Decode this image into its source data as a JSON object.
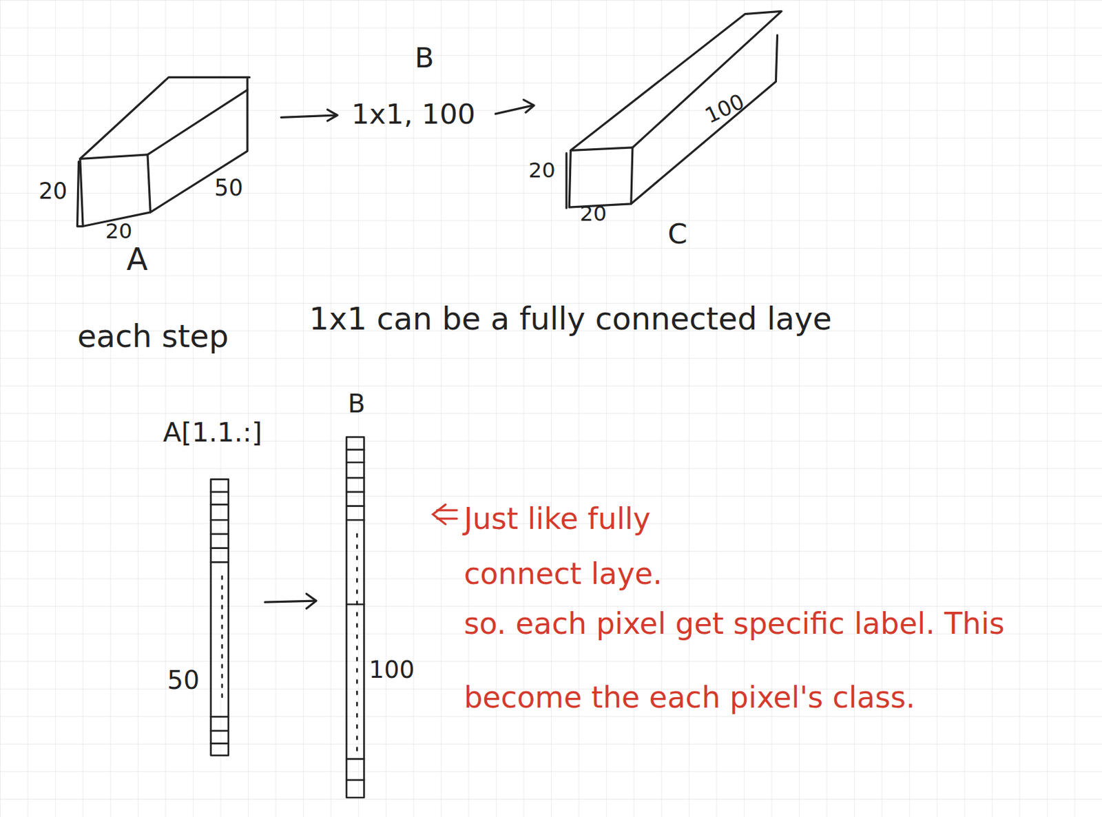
{
  "diagram": {
    "labels": [
      "B",
      "1x1, 100",
      "20",
      "50",
      "20",
      "A",
      "100",
      "20",
      "20",
      "C",
      "each step",
      "1x1 can be a fully connected laye",
      "A[1.1.:]",
      "B",
      "50",
      "100",
      "Just like fully connect laye.",
      "so. each pixel get specific label. This become the each pixel's class."
    ]
  }
}
